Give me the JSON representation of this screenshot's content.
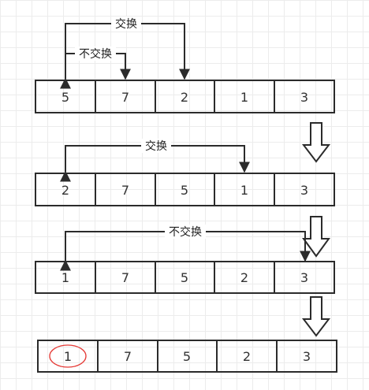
{
  "rows": [
    {
      "values": [
        "5",
        "7",
        "2",
        "1",
        "3"
      ]
    },
    {
      "values": [
        "2",
        "7",
        "5",
        "1",
        "3"
      ]
    },
    {
      "values": [
        "1",
        "7",
        "5",
        "2",
        "3"
      ]
    },
    {
      "values": [
        "1",
        "7",
        "5",
        "2",
        "3"
      ],
      "circled_index": 0
    }
  ],
  "labels": {
    "swap": "交换",
    "no_swap": "不交换"
  },
  "colors": {
    "line": "#2b2b2b",
    "highlight": "#e53935"
  }
}
